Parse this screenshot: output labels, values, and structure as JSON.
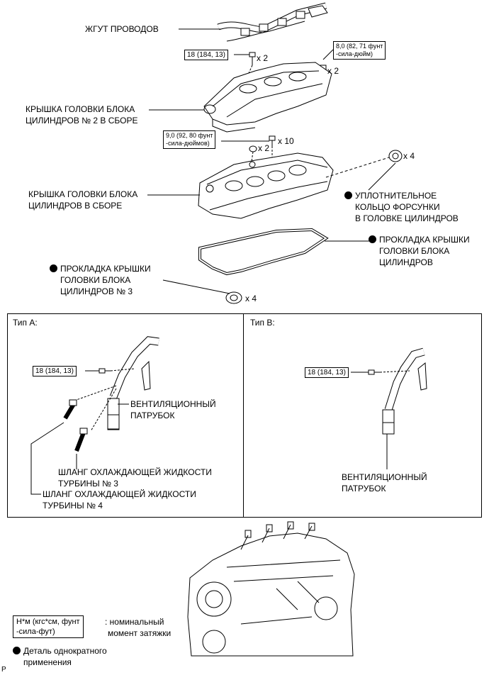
{
  "labels": {
    "wire_harness": "ЖГУТ ПРОВОДОВ",
    "head_cover_2_l1": "КРЫШКА ГОЛОВКИ БЛОКА",
    "head_cover_2_l2": "ЦИЛИНДРОВ № 2 В СБОРЕ",
    "head_cover_l1": "КРЫШКА ГОЛОВКИ БЛОКА",
    "head_cover_l2": "ЦИЛИНДРОВ В СБОРЕ",
    "injector_seal_l1": "УПЛОТНИТЕЛЬНОЕ",
    "injector_seal_l2": "КОЛЬЦО ФОРСУНКИ",
    "injector_seal_l3": "В ГОЛОВКЕ ЦИЛИНДРОВ",
    "cover_gasket_l1": "ПРОКЛАДКА КРЫШКИ",
    "cover_gasket_l2": "ГОЛОВКИ БЛОКА",
    "cover_gasket_l3": "ЦИЛИНДРОВ",
    "cover_gasket3_l1": "ПРОКЛАДКА КРЫШКИ",
    "cover_gasket3_l2": "ГОЛОВКИ БЛОКА",
    "cover_gasket3_l3": "ЦИЛИНДРОВ № 3"
  },
  "torques": {
    "t1": "18 (184, 13)",
    "t2_l1": "8,0 (82, 71 фунт",
    "t2_l2": "-сила-дюйм)",
    "t3_l1": "9,0 (92, 80 фунт",
    "t3_l2": "-сила-дюймов)",
    "t4": "18 (184, 13)",
    "t5": "18 (184, 13)"
  },
  "quantities": {
    "q1": "x 2",
    "q2": "x 2",
    "q3": "x 10",
    "q4": "x 2",
    "q5": "x 4",
    "q6": "x 4"
  },
  "panel_a": {
    "title": "Тип A:",
    "vent_l1": "ВЕНТИЛЯЦИОННЫЙ",
    "vent_l2": "ПАТРУБОК",
    "hose3_l1": "ШЛАНГ ОХЛАЖДАЮЩЕЙ ЖИДКОСТИ",
    "hose3_l2": "ТУРБИНЫ № 3",
    "hose4_l1": "ШЛАНГ ОХЛАЖДАЮЩЕЙ ЖИДКОСТИ",
    "hose4_l2": "ТУРБИНЫ № 4"
  },
  "panel_b": {
    "title": "Тип B:",
    "vent_l1": "ВЕНТИЛЯЦИОННЫЙ",
    "vent_l2": "ПАТРУБОК"
  },
  "legend": {
    "unit_l1": "Н*м (кгс*см, фунт",
    "unit_l2": "-сила-фут)",
    "torque_desc_l1": ": номинальный",
    "torque_desc_l2": "момент затяжки",
    "single_use_l1": "Деталь однократного",
    "single_use_l2": "применения"
  },
  "corner_mark": "P"
}
